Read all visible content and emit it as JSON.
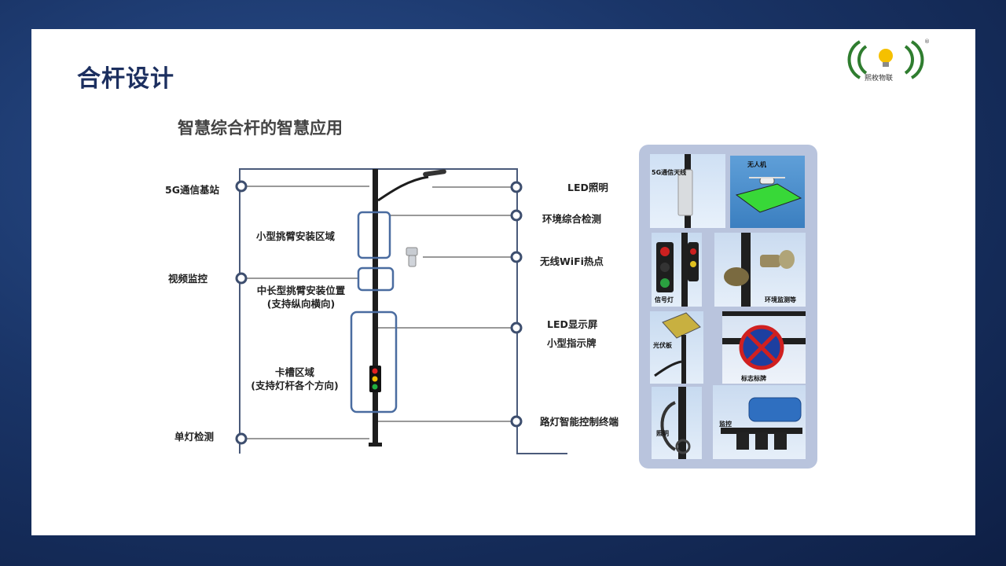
{
  "title": "合杆设计",
  "subtitle": "智慧综合杆的智慧应用",
  "logo": {
    "name": "熙枚物联",
    "icon": "bulb-logo-icon",
    "brand_color": "#2f7d2f",
    "accent": "#f5c000"
  },
  "colors": {
    "title": "#1c2f5f",
    "line": "#4a5a7a",
    "box": "#4a6ca0",
    "panel": "#b9c4dd"
  },
  "left_labels": {
    "base_station": "5G通信基站",
    "video": "视频监控",
    "single_lamp": "单灯检测"
  },
  "inner_labels": {
    "small_arm": "小型挑臂安装区域",
    "mid_arm_1": "中长型挑臂安装位置",
    "mid_arm_2": "(支持纵向横向)",
    "slot_1": "卡槽区域",
    "slot_2": "(支持灯杆各个方向)"
  },
  "right_labels": {
    "led_light": "LED照明",
    "env": "环境综合检测",
    "wifi": "无线WiFi热点",
    "led_screen": "LED显示屏",
    "sign": "小型指示牌",
    "controller": "路灯智能控制终端"
  },
  "tiles": {
    "antenna": "5G通信天线",
    "drone": "无人机",
    "traffic": "信号灯",
    "env": "环境监测等",
    "solar": "光伏板",
    "signboard": "标志标牌",
    "lighting": "照明",
    "monitor": "监控"
  }
}
